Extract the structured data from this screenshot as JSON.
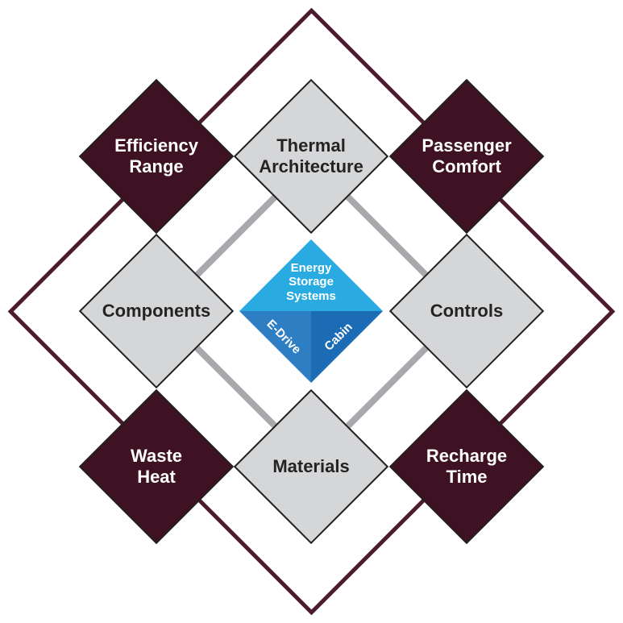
{
  "diagram": {
    "center": {
      "top": {
        "line1": "Energy",
        "line2": "Storage",
        "line3": "Systems"
      },
      "left_label": "E-Drive",
      "right_label": "Cabin"
    },
    "inner": {
      "top": {
        "line1": "Thermal",
        "line2": "Architecture"
      },
      "left": {
        "line1": "Components"
      },
      "right": {
        "line1": "Controls"
      },
      "bottom": {
        "line1": "Materials"
      }
    },
    "outer": {
      "top_left": {
        "line1": "Efficiency",
        "line2": "Range"
      },
      "top_right": {
        "line1": "Passenger",
        "line2": "Comfort"
      },
      "bottom_left": {
        "line1": "Waste",
        "line2": "Heat"
      },
      "bottom_right": {
        "line1": "Recharge",
        "line2": "Time"
      }
    },
    "colors": {
      "maroon": "#3E1222",
      "maroon_outline": "#4C1B2F",
      "gray_fill": "#D5D6D7",
      "edge": "#231F20",
      "connector": "#A7A9AC",
      "blue_top": "#29ABE2",
      "blue_left": "#2E7EC3",
      "blue_right": "#1B6CB5",
      "text_dark": "#262223",
      "background": "#FFFFFF"
    }
  }
}
